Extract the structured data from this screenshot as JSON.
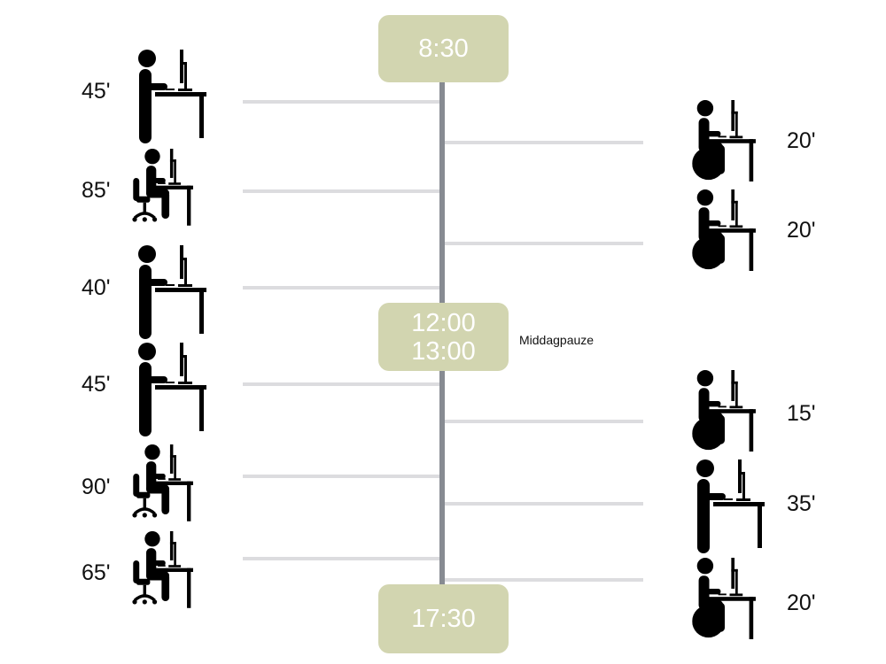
{
  "timeline": {
    "start": {
      "label": "8:30"
    },
    "lunch": {
      "start": "12:00",
      "end": "13:00",
      "note": "Middagpauze"
    },
    "end": {
      "label": "17:30"
    }
  },
  "left_entries": [
    {
      "duration": "45'",
      "posture": "standing"
    },
    {
      "duration": "85'",
      "posture": "office-chair"
    },
    {
      "duration": "40'",
      "posture": "standing"
    },
    {
      "duration": "45'",
      "posture": "standing"
    },
    {
      "duration": "90'",
      "posture": "office-chair"
    },
    {
      "duration": "65'",
      "posture": "office-chair"
    }
  ],
  "right_entries": [
    {
      "duration": "20'",
      "posture": "ball-chair"
    },
    {
      "duration": "20'",
      "posture": "ball-chair"
    },
    {
      "duration": "15'",
      "posture": "ball-chair"
    },
    {
      "duration": "35'",
      "posture": "standing"
    },
    {
      "duration": "20'",
      "posture": "ball-chair"
    }
  ],
  "colors": {
    "box": "#d2d5b0",
    "spine": "#878b92",
    "connector": "#dcdcdf"
  }
}
